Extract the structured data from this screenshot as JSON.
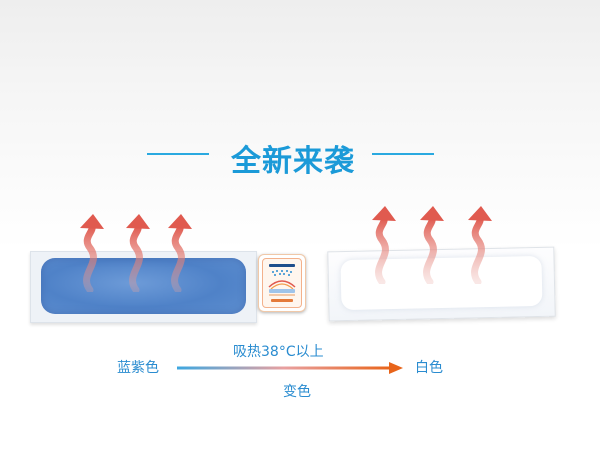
{
  "headline": "全新来袭",
  "transition": {
    "from_color": "蓝紫色",
    "condition": "吸热38°C以上",
    "to_color": "白色",
    "result": "变色"
  },
  "colors": {
    "accent_blue": "#1b9ad8",
    "gel_blue": "#5a8bd0",
    "heat_red": "#e05a4f",
    "arrow_orange": "#e8641a"
  },
  "icons": [
    "heat-wave-arrow-icon",
    "cooling-patch-badge-icon",
    "right-arrow-icon"
  ]
}
